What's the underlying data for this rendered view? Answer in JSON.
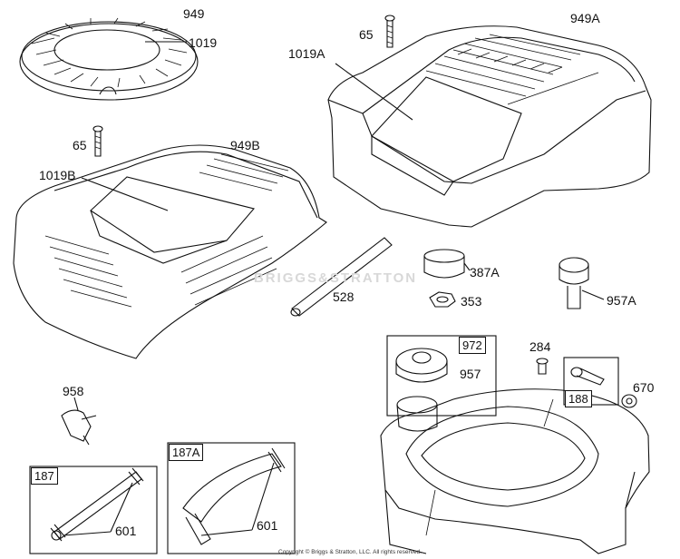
{
  "labels": {
    "p949": "949",
    "p1019": "1019",
    "p65a": "65",
    "p949a": "949A",
    "p1019a": "1019A",
    "p65b": "65",
    "p949b": "949B",
    "p1019b": "1019B",
    "p387a": "387A",
    "p528": "528",
    "p353": "353",
    "p957a": "957A",
    "p284": "284",
    "p670": "670",
    "p957": "957",
    "p958": "958",
    "p601a": "601",
    "p601b": "601"
  },
  "boxes": {
    "b972": "972",
    "b188": "188",
    "b187": "187",
    "b187a": "187A"
  },
  "watermark": "BRIGGS&STRATTON",
  "copyright": "Copyright © Briggs & Stratton, LLC. All rights reserved."
}
